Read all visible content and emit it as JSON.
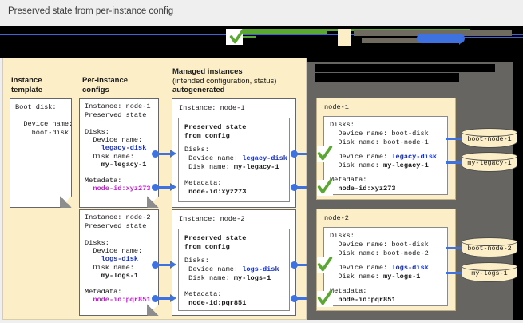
{
  "caption": "Preserved state from per-instance config",
  "legend": {
    "note": "legend row redacted",
    "check_icon": "green-check-icon",
    "swatches": [
      "green-line",
      "beige-square",
      "gray-line",
      "blue-pill"
    ]
  },
  "columns": {
    "instance_template": {
      "line1": "Instance",
      "line2": "template"
    },
    "per_instance_configs": {
      "line1": "Per-instance",
      "line2": "configs"
    },
    "managed_instances": {
      "line1": "Managed instances",
      "line2": "(intended configuration, status)",
      "line3": "autogenerated"
    }
  },
  "instance_template_card": {
    "text": "Boot disk:\n\n  Device name:\n    boot-disk"
  },
  "per_instance_configs": [
    {
      "header": "Instance: node-1\nPreserved state",
      "disks_label": "Disks:",
      "device_name_label": "  Device name:",
      "device_name_value": "    legacy-disk",
      "disk_name_label": "  Disk name:",
      "disk_name_value": "    my-legacy-1",
      "metadata_label": "Metadata:",
      "metadata_value": "  node-id:xyz273"
    },
    {
      "header": "Instance: node-2\nPreserved state",
      "disks_label": "Disks:",
      "device_name_label": "  Device name:",
      "device_name_value": "    logs-disk",
      "disk_name_label": "  Disk name:",
      "disk_name_value": "    my-logs-1",
      "metadata_label": "Metadata:",
      "metadata_value": "  node-id:pqr851"
    }
  ],
  "managed_instances": [
    {
      "title": "Instance: node-1",
      "preserved_title": "Preserved state\nfrom config",
      "disks_label": "Disks:",
      "device_name_label": " Device name: ",
      "device_name_value": "legacy-disk",
      "disk_name_label": " Disk name: ",
      "disk_name_value": "my-legacy-1",
      "metadata_label": "Metadata:",
      "metadata_value": " node-id:xyz273"
    },
    {
      "title": "Instance: node-2",
      "preserved_title": "Preserved state\nfrom config",
      "disks_label": "Disks:",
      "device_name_label": " Device name: ",
      "device_name_value": "logs-disk",
      "disk_name_label": " Disk name: ",
      "disk_name_value": "my-logs-1",
      "metadata_label": "Metadata:",
      "metadata_value": " node-id:pqr851"
    }
  ],
  "nodes": [
    {
      "title": "node-1",
      "disks_label": "Disks:",
      "boot_device_line": "  Device name: boot-disk",
      "boot_disk_line": "  Disk name: boot-node-1",
      "pres_device_label": "  Device name: ",
      "pres_device_value": "legacy-disk",
      "pres_disk_label": "  Disk name: ",
      "pres_disk_value": "my-legacy-1",
      "metadata_label": "Metadata:",
      "metadata_value": "  node-id:xyz273",
      "disks": [
        "boot-node-1",
        "my-legacy-1"
      ]
    },
    {
      "title": "node-2",
      "disks_label": "Disks:",
      "boot_device_line": "  Device name: boot-disk",
      "boot_disk_line": "  Disk name: boot-node-2",
      "pres_device_label": "  Device name: ",
      "pres_device_value": "logs-disk",
      "pres_disk_label": "  Disk name: ",
      "pres_disk_value": "my-logs-1",
      "metadata_label": "Metadata:",
      "metadata_value": "  node-id:pqr851",
      "disks": [
        "boot-node-2",
        "my-logs-1"
      ]
    }
  ],
  "colors": {
    "panel_beige": "#FCEEC6",
    "accent_blue": "#3D72E0",
    "value_blue": "#1430CF",
    "metadata_magenta": "#C31FD1",
    "check_green": "#5AA832",
    "veil_gray": "#676561",
    "page_bg": "#EFEFEF"
  }
}
